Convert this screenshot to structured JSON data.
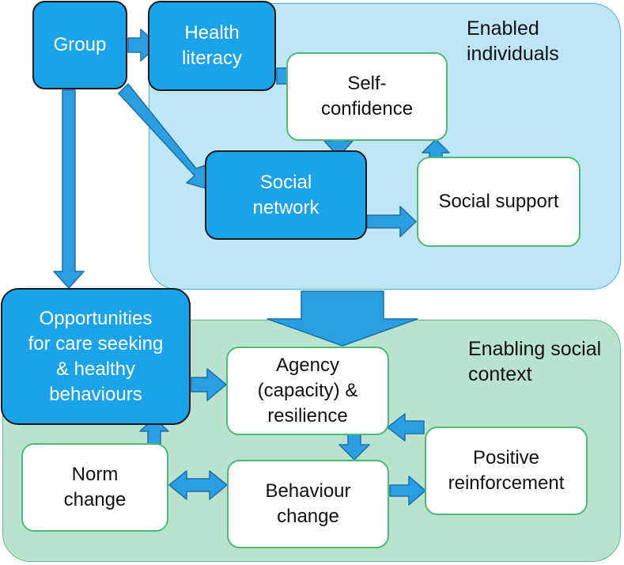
{
  "regions": {
    "enabled_individuals": "Enabled\nindividuals",
    "enabling_social_context": "Enabling social\ncontext"
  },
  "nodes": {
    "group": "Group",
    "health_literacy": "Health\nliteracy",
    "self_confidence": "Self-\nconfidence",
    "social_network": "Social\nnetwork",
    "social_support": "Social support",
    "opportunities": "Opportunities\nfor care seeking\n& healthy\nbehaviours",
    "agency": "Agency\n(capacity) &\nresilience",
    "norm_change": "Norm\nchange",
    "behaviour_change": "Behaviour\nchange",
    "positive_reinforcement": "Positive\nreinforcement"
  },
  "colors": {
    "blue_node": "#1aa3e8",
    "arrow": "#2a9ee0",
    "arrow_outline": "#1f6fa8",
    "individuals_bg": "#bfe6f7",
    "social_bg": "#b9e3ce",
    "green_border": "#4cbb74"
  }
}
